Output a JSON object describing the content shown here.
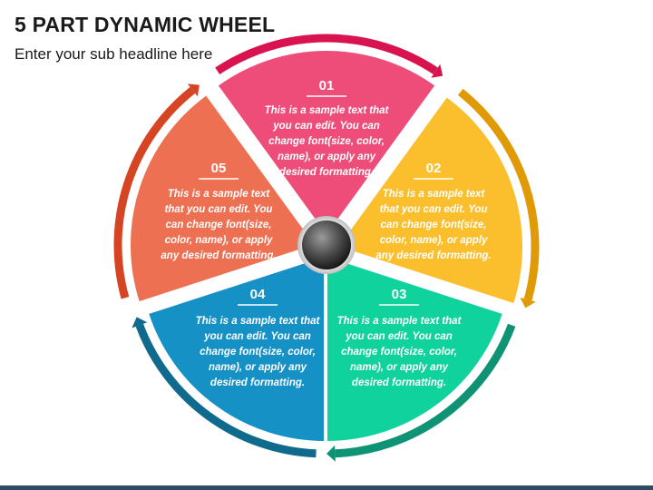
{
  "slide": {
    "title": "5 PART DYNAMIC WHEEL",
    "subtitle": "Enter your sub headline here"
  },
  "segments": [
    {
      "number": "01",
      "color": "#ee4d7a",
      "arc_color": "#d8134f",
      "lines": [
        "This is a sample text that",
        "you can edit. You can",
        "change font(size, color,",
        "name), or apply any",
        "desired formatting."
      ]
    },
    {
      "number": "02",
      "color": "#fbbf2e",
      "arc_color": "#e09a05",
      "lines": [
        "This is a sample text",
        "that you can edit. You",
        "can change font(size,",
        "color, name), or apply",
        "any desired formatting."
      ]
    },
    {
      "number": "03",
      "color": "#10d29c",
      "arc_color": "#0e9474",
      "lines": [
        "This is a sample text that",
        "you can edit. You can",
        "change font(size, color,",
        "name), or apply any",
        "desired formatting."
      ]
    },
    {
      "number": "04",
      "color": "#1591c6",
      "arc_color": "#106a8e",
      "lines": [
        "This is a sample text that",
        "you can edit. You can",
        "change font(size, color,",
        "name), or apply any",
        "desired formatting."
      ]
    },
    {
      "number": "05",
      "color": "#ec7051",
      "arc_color": "#d54524",
      "lines": [
        "This is a sample text",
        "that you can edit. You",
        "can change font(size,",
        "color, name), or apply",
        "any desired formatting."
      ]
    }
  ]
}
